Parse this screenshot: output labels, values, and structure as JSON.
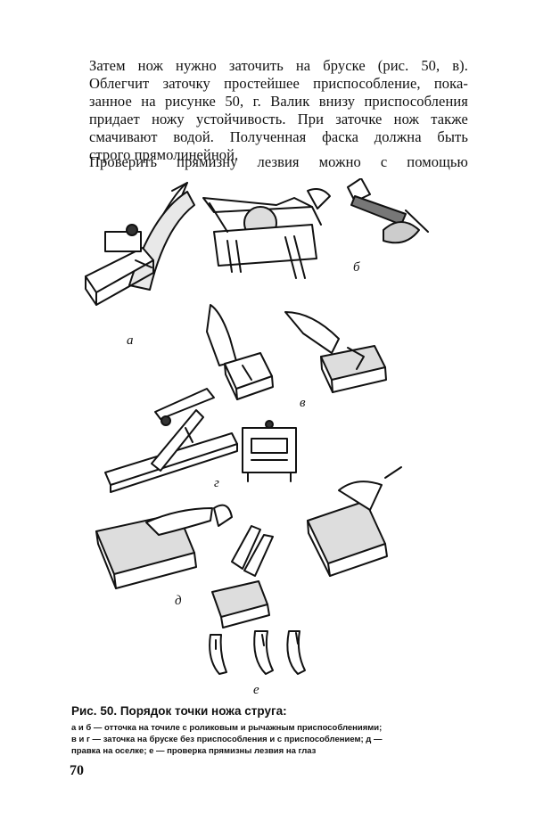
{
  "paragraph1": {
    "lines": [
      "Затем нож нужно заточить на бруске (рис. 50, в).",
      "Облегчит заточку простейшее приспособление, пока-",
      "занное на рисунке 50, г. Валик внизу приспособления",
      "придает ножу устойчивость. При заточке нож также",
      "смачивают водой.  Полученная  фаска должна быть",
      "строго прямолинейной."
    ]
  },
  "paragraph2": {
    "lines": [
      "Проверить  прямизну  лезвия  можно  с  помощью"
    ]
  },
  "figure": {
    "labels": {
      "a": "а",
      "b": "б",
      "v": "в",
      "g": "г",
      "d": "д",
      "e": "е"
    }
  },
  "caption": {
    "title": "Рис. 50. Порядок точки ножа струга:",
    "lines": [
      "а и б — отточка на точиле с роликовым и рычажным приспособлениями;",
      "в и г — заточка на бруске без приспособления и с приспособлением; д —",
      "правка на оселке; е — проверка прямизны лезвия на глаз"
    ]
  },
  "page_number": "70"
}
